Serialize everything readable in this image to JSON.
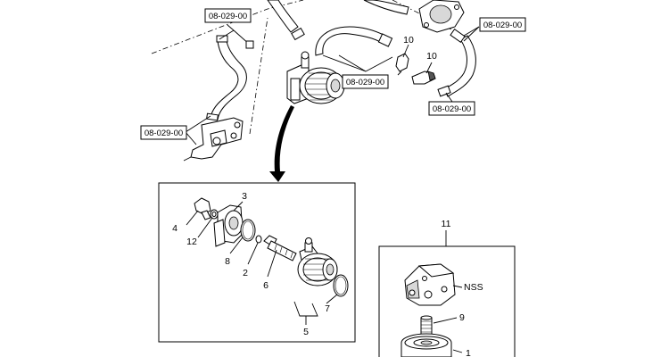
{
  "diagram": {
    "reference_labels": [
      "08-029-00",
      "08-029-00",
      "08-029-00",
      "08-029-00",
      "08-029-00"
    ],
    "callouts": {
      "c10a": "10",
      "c10b": "10",
      "c3": "3",
      "c4": "4",
      "c12": "12",
      "c8": "8",
      "c2": "2",
      "c6": "6",
      "c7": "7",
      "c5": "5",
      "c11": "11",
      "cNSS": "NSS",
      "c9": "9",
      "c1": "1"
    }
  }
}
